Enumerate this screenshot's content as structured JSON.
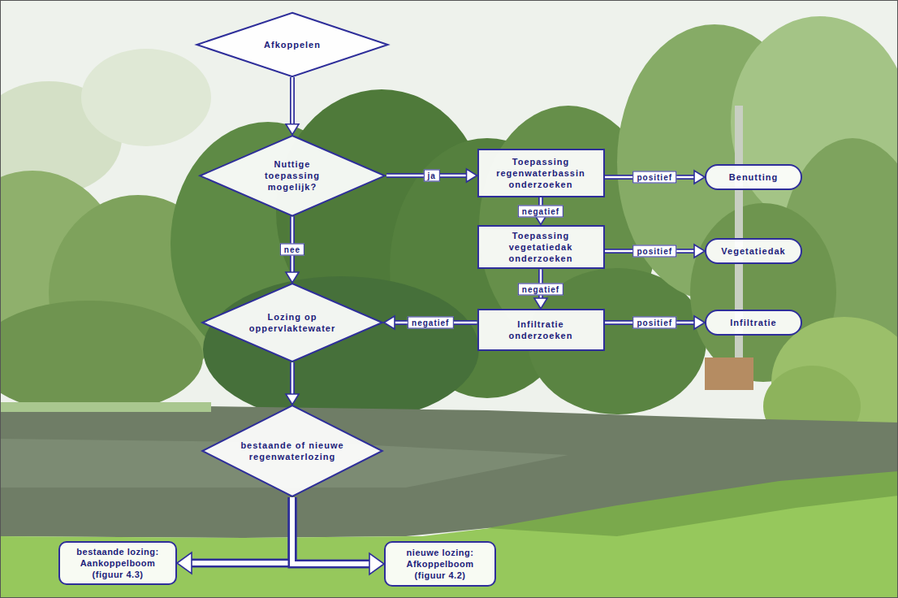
{
  "diagram": {
    "nodes": [
      {
        "text": [
          "Afkoppelen"
        ]
      },
      {
        "text": [
          "Nuttige toepassing mogelijk?"
        ]
      },
      {
        "text": [
          "Toepassing regenwaterbassin onderzoeken"
        ]
      },
      {
        "text": [
          "Benutting"
        ]
      },
      {
        "text": [
          "Toepassing vegetatiedak onderzoeken"
        ]
      },
      {
        "text": [
          "Vegetatiedak"
        ]
      },
      {
        "text": [
          "Lozing op oppervlaktewater"
        ]
      },
      {
        "text": [
          "Infiltratie onderzoeken"
        ]
      },
      {
        "text": [
          "Infiltratie"
        ]
      },
      {
        "text": [
          "bestaande of nieuwe regenwaterlozing"
        ]
      },
      {
        "text": [
          "bestaande lozing: Aankoppelboom (figuur 4.3)"
        ]
      },
      {
        "text": [
          "nieuwe lozing: Afkoppelboom (figuur 4.2)"
        ]
      }
    ],
    "edges": [
      {
        "from": 0,
        "to": 1,
        "arrow": "to"
      },
      {
        "from": 1,
        "to": 2,
        "arrow": "to",
        "label": "ja"
      },
      {
        "from": 1,
        "to": 6,
        "arrow": "to",
        "label": "nee"
      },
      {
        "from": 2,
        "to": 3,
        "arrow": "to",
        "label": "positief"
      },
      {
        "from": 2,
        "to": 4,
        "arrow": "to",
        "label": "negatief"
      },
      {
        "from": 4,
        "to": 5,
        "arrow": "to",
        "label": "positief"
      },
      {
        "from": 4,
        "to": 7,
        "arrow": "to",
        "label": "negatief"
      },
      {
        "from": 7,
        "to": 8,
        "arrow": "to",
        "label": "positief"
      },
      {
        "from": 7,
        "to": 6,
        "arrow": "to",
        "label": "negatief"
      },
      {
        "from": 6,
        "to": 9,
        "arrow": "to"
      },
      {
        "from": 9,
        "to": 10,
        "arrow": "to"
      },
      {
        "from": 9,
        "to": 11,
        "arrow": "to"
      }
    ]
  }
}
